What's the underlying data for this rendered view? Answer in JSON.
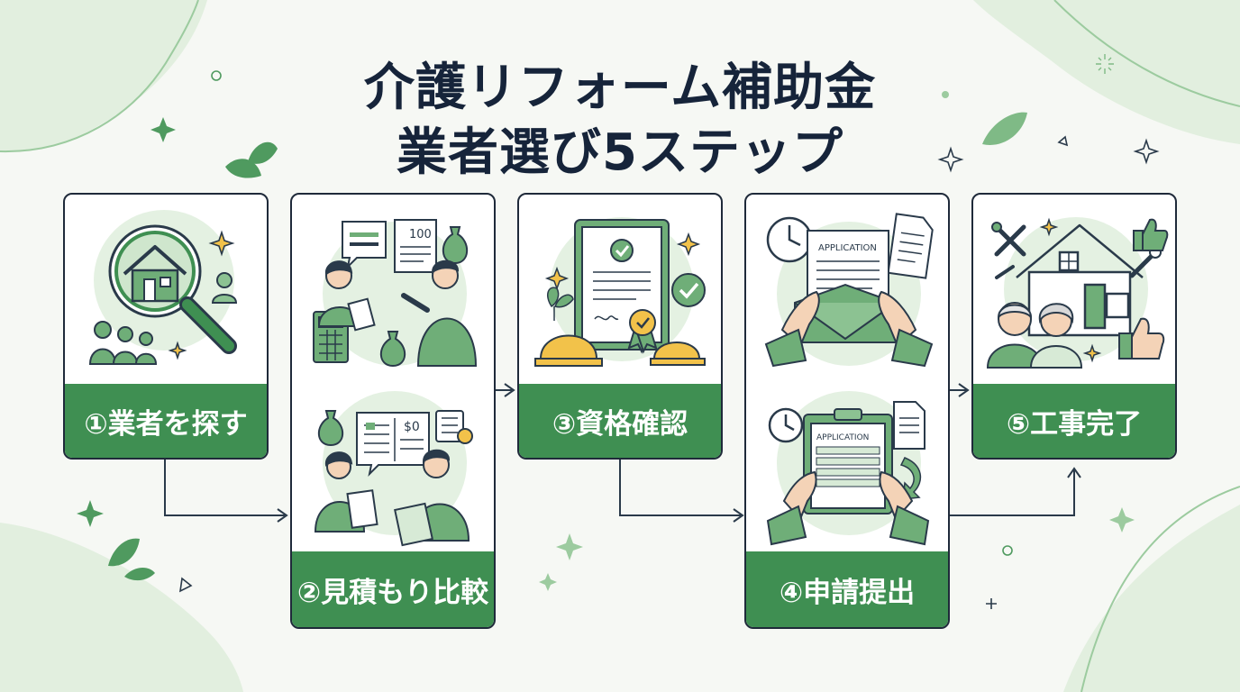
{
  "title": {
    "line1": "介護リフォーム補助金",
    "line2": "業者選び5ステップ"
  },
  "steps": [
    {
      "label": "①業者を探す"
    },
    {
      "label": "②見積もり比較"
    },
    {
      "label": "③資格確認"
    },
    {
      "label": "④申請提出"
    },
    {
      "label": "⑤工事完了"
    }
  ],
  "illustration_text": {
    "quote_number": "100",
    "quote_amount": "$0",
    "application_form": "APPLICATION",
    "clipboard_form": "APPLICATION"
  },
  "colors": {
    "accent_green": "#3f8f52",
    "light_green": "#d7ead6",
    "title_navy": "#16243a",
    "helmet_yellow": "#f2c24a"
  }
}
